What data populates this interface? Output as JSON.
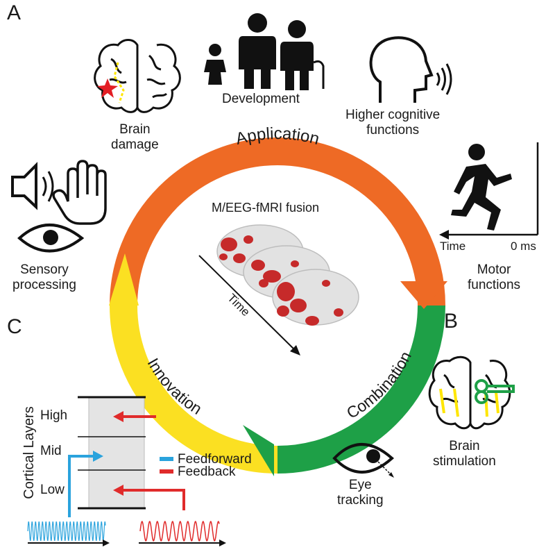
{
  "panels": {
    "a": "A",
    "b": "B",
    "c": "C"
  },
  "ring": {
    "application": "Application",
    "combination": "Combination",
    "innovation": "Innovation",
    "colors": {
      "application": "#ee6a25",
      "combination": "#1ea047",
      "innovation": "#fbe022"
    }
  },
  "center": {
    "title": "M/EEG-fMRI fusion",
    "time_label": "Time",
    "brain_color": "#e2e2e2",
    "activation_color": "#c62a2a"
  },
  "applications": {
    "development": "Development",
    "brain_damage": [
      "Brain",
      "damage"
    ],
    "higher_cognitive": [
      "Higher cognitive",
      "functions"
    ],
    "sensory": [
      "Sensory",
      "processing"
    ],
    "motor": [
      "Motor",
      "functions"
    ],
    "motor_axis": {
      "left": "Time",
      "right": "0 ms"
    }
  },
  "combination_items": {
    "brain_stimulation": [
      "Brain",
      "stimulation"
    ],
    "eye_tracking": [
      "Eye",
      "tracking"
    ]
  },
  "layers": {
    "axis_title": "Cortical Layers",
    "levels": [
      "High",
      "Mid",
      "Low"
    ],
    "legend": [
      {
        "label": "Feedforward",
        "color": "#2aa3dd"
      },
      {
        "label": "Feedback",
        "color": "#e02b2b"
      }
    ]
  }
}
